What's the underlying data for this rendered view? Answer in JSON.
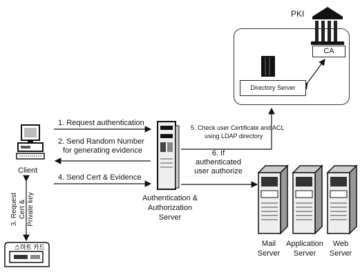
{
  "pki": {
    "title": "PKI",
    "ca_label": "CA",
    "directory_label": "Directory Server"
  },
  "client": {
    "label": "Client"
  },
  "auth_server": {
    "label_line1": "Authentication &",
    "label_line2": "Authorization",
    "label_line3": "Server"
  },
  "smartcard": {
    "label": "스마트 카드"
  },
  "steps": {
    "step1": "1. Request authentication",
    "step2_line1": "2. Send Random Number",
    "step2_line2": "for generating evidence",
    "step3_line1": "3. Request",
    "step3_line2": "Cert &",
    "step3_line3": "Private key",
    "step4": "4. Send Cert & Evidence",
    "step5_line1": "5. Check user Certificate and ACL",
    "step5_line2": "using LDAP directory",
    "step6_line1": "6. If",
    "step6_line2": "authenticated",
    "step6_line3": "user authorize"
  },
  "servers": [
    {
      "line1": "Mail",
      "line2": "Server"
    },
    {
      "line1": "Application",
      "line2": "Server"
    },
    {
      "line1": "Web",
      "line2": "Server"
    }
  ]
}
